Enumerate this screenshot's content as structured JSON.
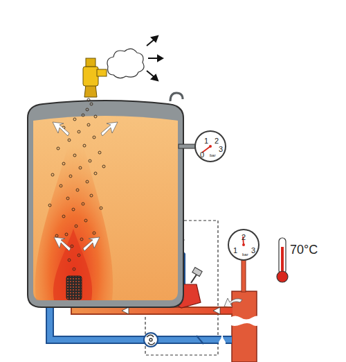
{
  "diagram": {
    "nodes": [
      {
        "text": [
          "1",
          "2",
          "3",
          "0",
          "bar"
        ]
      },
      {
        "text": [
          "1",
          "2",
          "3",
          "bar"
        ]
      }
    ],
    "labels": [
      "70°C"
    ]
  }
}
